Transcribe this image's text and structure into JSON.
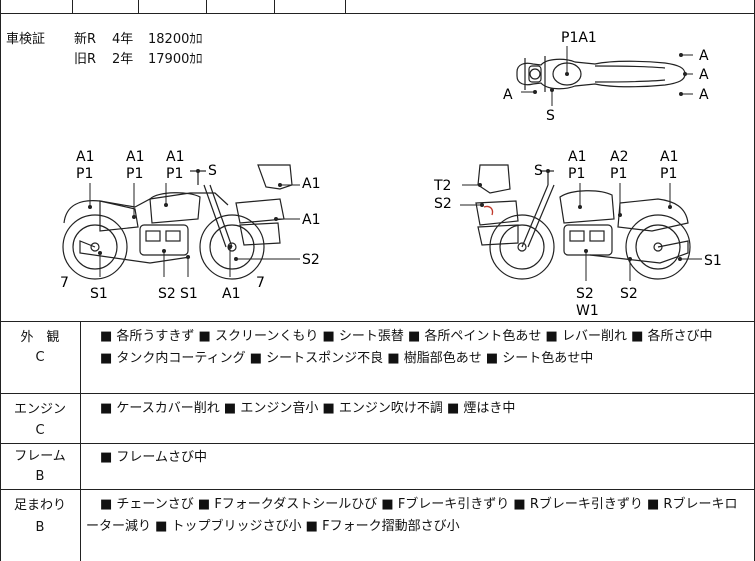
{
  "inspection": {
    "label": "車検証",
    "new_r": "新R",
    "new_years": "4年",
    "new_fee": "18200ｶﾛ",
    "old_r": "旧R",
    "old_years": "2年",
    "old_fee": "17900ｶﾛ"
  },
  "top_view": {
    "callouts": [
      "P1A1",
      "A",
      "A",
      "A",
      "A",
      "S"
    ]
  },
  "left_side_view": {
    "callouts": [
      "A1",
      "P1",
      "A1",
      "P1",
      "A1",
      "P1",
      "S",
      "A1",
      "A1",
      "S2",
      "7",
      "S1",
      "S2",
      "S1",
      "A1",
      "7"
    ]
  },
  "right_side_view": {
    "callouts": [
      "T2",
      "S2",
      "S",
      "A1",
      "P1",
      "A2",
      "P1",
      "A1",
      "P1",
      "S1",
      "S2",
      "W1",
      "S2"
    ]
  },
  "conditions": [
    {
      "category": "外　観",
      "grade": "C",
      "lines": [
        "■ 各所うすきず ■ スクリーンくもり ■ シート張替 ■ 各所ペイント色あせ ■ レバー削れ ■ 各所さび中",
        "■ タンク内コーティング ■ シートスポンジ不良 ■ 樹脂部色あせ ■ シート色あせ中"
      ]
    },
    {
      "category": "エンジン",
      "grade": "C",
      "lines": [
        "■ ケースカバー削れ ■ エンジン音小 ■ エンジン吹け不調 ■ 煙はき中"
      ]
    },
    {
      "category": "フレーム",
      "grade": "B",
      "lines": [
        "■ フレームさび中"
      ]
    },
    {
      "category": "足まわり",
      "grade": "B",
      "lines": [
        "■ チェーンさび ■ Fフォークダストシールひび ■ Fブレーキ引きずり ■ Rブレーキ引きずり ■ Rブレーキロ",
        "ーター減り ■ トップブリッジさび小 ■ Fフォーク摺動部さび小"
      ]
    }
  ]
}
